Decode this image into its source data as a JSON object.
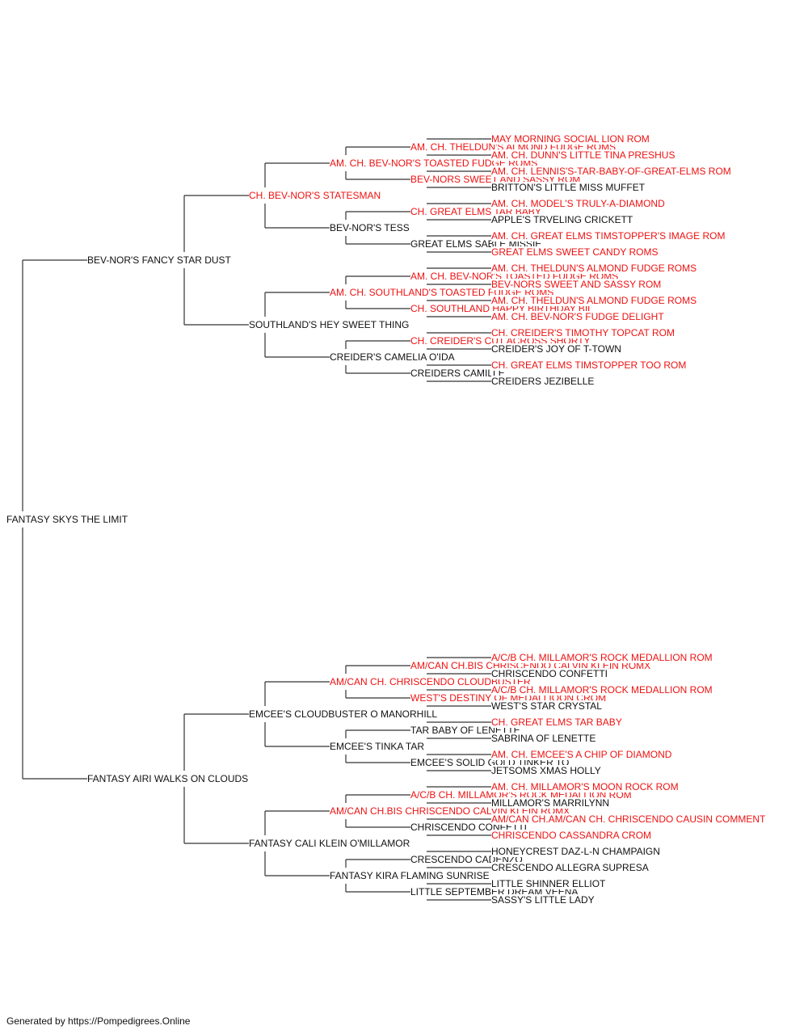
{
  "colors": {
    "champion": "#ee1111",
    "regular": "#111111",
    "line": "#333333"
  },
  "pedigree": {
    "root": {
      "name": "FANTASY SKYS THE LIMIT",
      "champion": false
    },
    "sire": {
      "name": "BEV-NOR'S FANCY STAR DUST",
      "champion": false,
      "sire": {
        "name": "CH. BEV-NOR'S STATESMAN",
        "champion": true,
        "sire": {
          "name": "AM. CH. BEV-NOR'S TOASTED FUDGE ROMS",
          "champion": true,
          "sire": {
            "name": "AM. CH. THELDUN'S ALMOND FUDGE ROMS",
            "champion": true,
            "sire": {
              "name": "MAY MORNING SOCIAL LION ROM",
              "champion": true
            },
            "dam": {
              "name": "AM. CH. DUNN'S LITTLE TINA PRESHUS",
              "champion": true
            }
          },
          "dam": {
            "name": "BEV-NORS SWEET AND SASSY ROM",
            "champion": true,
            "sire": {
              "name": "AM. CH. LENNIS'S-TAR-BABY-OF-GREAT-ELMS ROM",
              "champion": true
            },
            "dam": {
              "name": "BRITTON'S LITTLE MISS MUFFET",
              "champion": false
            }
          }
        },
        "dam": {
          "name": "BEV-NOR'S TESS",
          "champion": false,
          "sire": {
            "name": "CH. GREAT ELMS TAR BABY",
            "champion": true,
            "sire": {
              "name": "AM. CH. MODEL'S TRULY-A-DIAMOND",
              "champion": true
            },
            "dam": {
              "name": "APPLE'S TRVELING CRICKETT",
              "champion": false
            }
          },
          "dam": {
            "name": "GREAT ELMS SABLE MISSIE",
            "champion": false,
            "sire": {
              "name": "AM. CH. GREAT ELMS TIMSTOPPER'S IMAGE ROM",
              "champion": true
            },
            "dam": {
              "name": "GREAT ELMS SWEET CANDY ROMS",
              "champion": true
            }
          }
        }
      },
      "dam": {
        "name": "SOUTHLAND'S HEY SWEET THING",
        "champion": false,
        "sire": {
          "name": "AM. CH. SOUTHLAND'S TOASTED FUDGE ROMS",
          "champion": true,
          "sire": {
            "name": "AM. CH. BEV-NOR'S TOASTED FUDGE ROMS",
            "champion": true,
            "sire": {
              "name": "AM. CH. THELDUN'S ALMOND FUDGE ROMS",
              "champion": true
            },
            "dam": {
              "name": "BEV-NORS SWEET AND SASSY ROM",
              "champion": true
            }
          },
          "dam": {
            "name": "CH. SOUTHLAND HAPPY BIRTHDAY BIL",
            "champion": true,
            "sire": {
              "name": "AM. CH. THELDUN'S ALMOND FUDGE ROMS",
              "champion": true
            },
            "dam": {
              "name": "AM. CH. BEV-NOR'S FUDGE DELIGHT",
              "champion": true
            }
          }
        },
        "dam": {
          "name": "CREIDER'S CAMELIA O'IDA",
          "champion": false,
          "sire": {
            "name": "CH. CREIDER'S CUT ACROSS SHORTY",
            "champion": true,
            "sire": {
              "name": "CH. CREIDER'S TIMOTHY TOPCAT ROM",
              "champion": true
            },
            "dam": {
              "name": "CREIDER'S JOY OF T-TOWN",
              "champion": false
            }
          },
          "dam": {
            "name": "CREIDERS CAMILLE",
            "champion": false,
            "sire": {
              "name": "CH. GREAT ELMS TIMSTOPPER TOO ROM",
              "champion": true
            },
            "dam": {
              "name": "CREIDERS JEZIBELLE",
              "champion": false
            }
          }
        }
      }
    },
    "dam": {
      "name": "FANTASY AIRI WALKS ON CLOUDS",
      "champion": false,
      "sire": {
        "name": "EMCEE'S CLOUDBUSTER O MANORHILL",
        "champion": false,
        "sire": {
          "name": "AM/CAN CH. CHRISCENDO CLOUDBUSTER",
          "champion": true,
          "sire": {
            "name": "AM/CAN CH.BIS CHRISCENDO CALVIN KLEIN ROMX",
            "champion": true,
            "sire": {
              "name": "A/C/B CH. MILLAMOR'S ROCK MEDALLION ROM",
              "champion": true
            },
            "dam": {
              "name": "CHRISCENDO CONFETTI",
              "champion": false
            }
          },
          "dam": {
            "name": "WEST'S DESTINY OF MEDALLIOON CROM",
            "champion": true,
            "sire": {
              "name": "A/C/B CH. MILLAMOR'S ROCK MEDALLION ROM",
              "champion": true
            },
            "dam": {
              "name": "WEST'S STAR CRYSTAL",
              "champion": false
            }
          }
        },
        "dam": {
          "name": "EMCEE'S TINKA TAR",
          "champion": false,
          "sire": {
            "name": "TAR BABY OF LENETTE",
            "champion": false,
            "sire": {
              "name": "CH. GREAT ELMS TAR BABY",
              "champion": true
            },
            "dam": {
              "name": "SABRINA OF LENETTE",
              "champion": false
            }
          },
          "dam": {
            "name": "EMCEE'S SOLID GOLD TINKER TO",
            "champion": false,
            "sire": {
              "name": "AM. CH. EMCEE'S A CHIP OF DIAMOND",
              "champion": true
            },
            "dam": {
              "name": "JETSOMS XMAS HOLLY",
              "champion": false
            }
          }
        }
      },
      "dam": {
        "name": "FANTASY CALI KLEIN O'MILLAMOR",
        "champion": false,
        "sire": {
          "name": "AM/CAN CH.BIS CHRISCENDO CALVIN KLEIN ROMX",
          "champion": true,
          "sire": {
            "name": "A/C/B CH. MILLAMOR'S ROCK MEDALLION ROM",
            "champion": true,
            "sire": {
              "name": "AM. CH. MILLAMOR'S MOON ROCK ROM",
              "champion": true
            },
            "dam": {
              "name": "MILLAMOR'S MARRILYNN",
              "champion": false
            }
          },
          "dam": {
            "name": "CHRISCENDO CONFETTI",
            "champion": false,
            "sire": {
              "name": "AM/CAN CH.AM/CAN CH. CHRISCENDO CAUSIN COMMENT",
              "champion": true
            },
            "dam": {
              "name": "CHRISCENDO CASSANDRA CROM",
              "champion": true
            }
          }
        },
        "dam": {
          "name": "FANTASY KIRA FLAMING SUNRISE",
          "champion": false,
          "sire": {
            "name": "CRESCENDO CADENZO",
            "champion": false,
            "sire": {
              "name": "HONEYCREST DAZ-L-N CHAMPAIGN",
              "champion": false
            },
            "dam": {
              "name": "CRESCENDO ALLEGRA SUPRESA",
              "champion": false
            }
          },
          "dam": {
            "name": "LITTLE SEPTEMBER DREAM VEENA",
            "champion": false,
            "sire": {
              "name": "LITTLE SHINNER ELLIOT",
              "champion": false
            },
            "dam": {
              "name": "SASSY'S LITTLE LADY",
              "champion": false
            }
          }
        }
      }
    }
  },
  "footer": {
    "text": "Generated by https://Pompedigrees.Online"
  }
}
